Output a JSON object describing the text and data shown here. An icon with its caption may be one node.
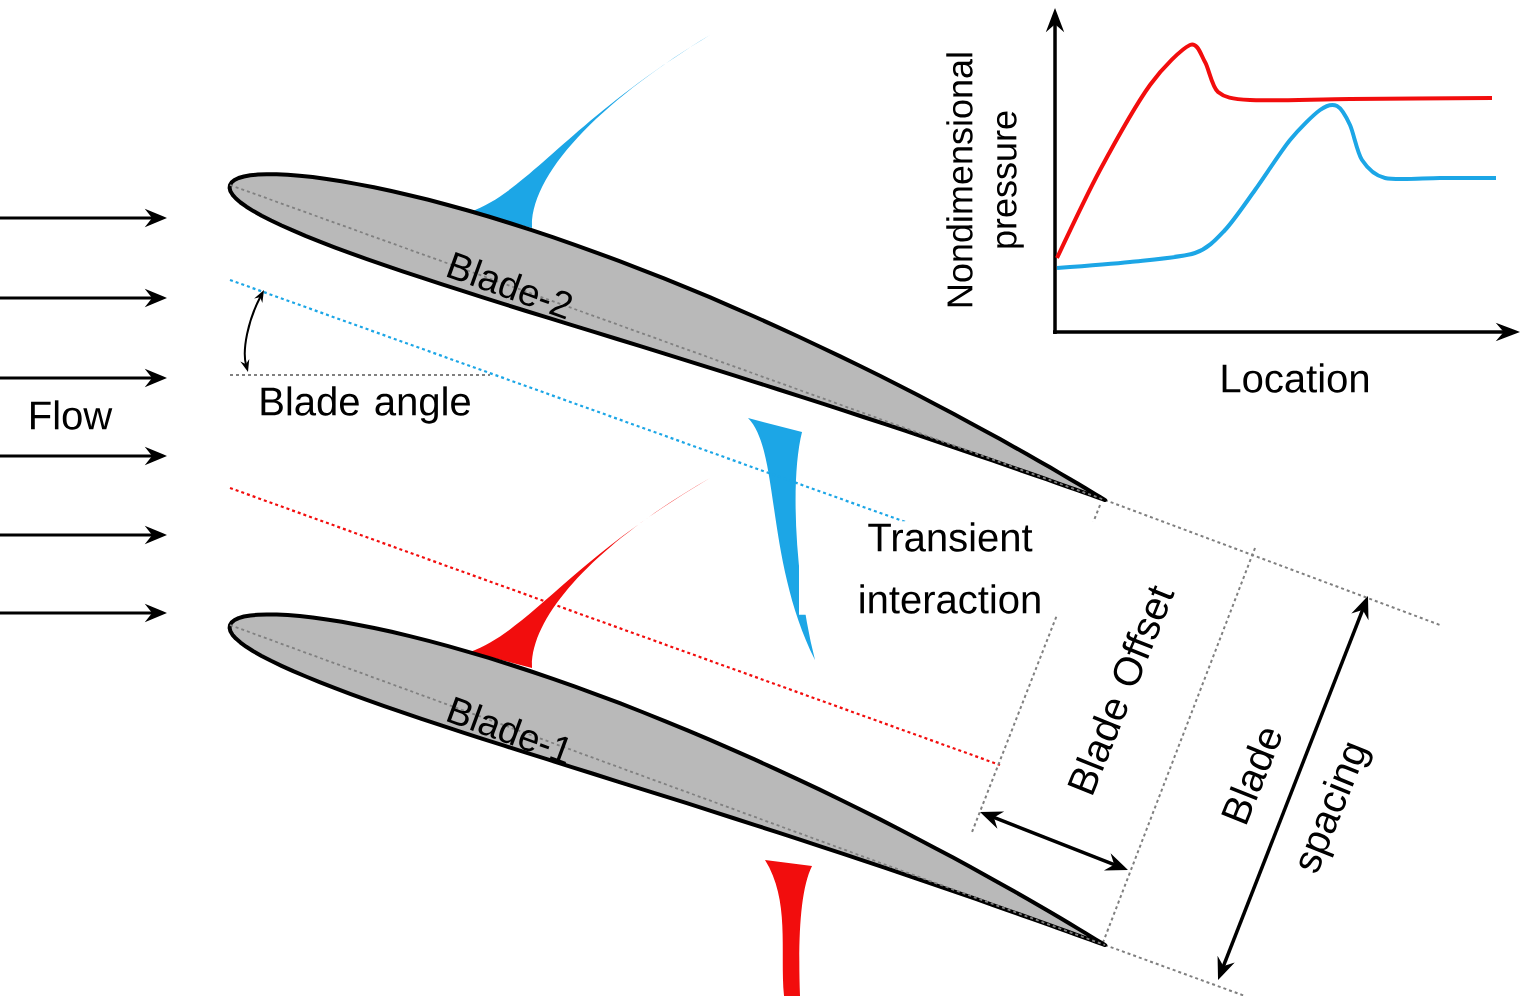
{
  "diagram": {
    "nodes": [
      {
        "text": [
          "Blade-2"
        ]
      },
      {
        "text": [
          "Blade-1"
        ]
      }
    ],
    "labels": [
      "Nondimensional pressure",
      "Location",
      "Flow",
      "Blade angle",
      "Transient interaction",
      "Blade Offset",
      "Blade spacing"
    ]
  }
}
